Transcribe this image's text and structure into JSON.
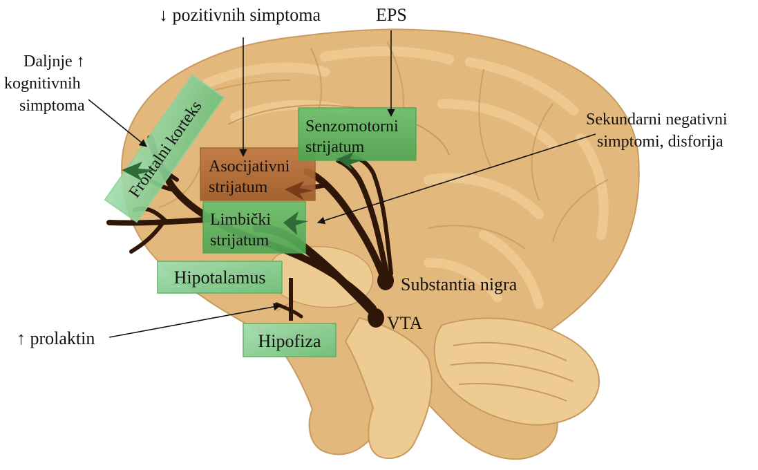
{
  "colors": {
    "brain_fill": "#E3B87C",
    "brain_gyrus": "#EFCB94",
    "brain_sulcus": "#C99A5E",
    "pathway": "#2E1608",
    "green_box": "#5BAE5E",
    "light_green_box": "#8FD19A",
    "brown_box": "#B06A34",
    "arrow": "#111111"
  },
  "labels": {
    "frontal_cortex": "Frontalni korteks",
    "associative_striatum": [
      "Asocijativni",
      "strijatum"
    ],
    "sensorimotor_striatum": [
      "Senzomotorni",
      "strijatum"
    ],
    "limbic_striatum": [
      "Limbički",
      "strijatum"
    ],
    "hypothalamus": "Hipotalamus",
    "pituitary": "Hipofiza",
    "substantia_nigra": "Substantia nigra",
    "vta": "VTA"
  },
  "annotations": {
    "positive_symptoms": "↓ pozitivnih simptoma",
    "eps": "EPS",
    "cognitive_symptoms": [
      "Daljnje ↑",
      "kognitivnih",
      "simptoma"
    ],
    "negative_symptoms": [
      "Sekundarni negativni",
      "simptomi, disforija"
    ],
    "prolactin": "↑ prolaktin"
  }
}
